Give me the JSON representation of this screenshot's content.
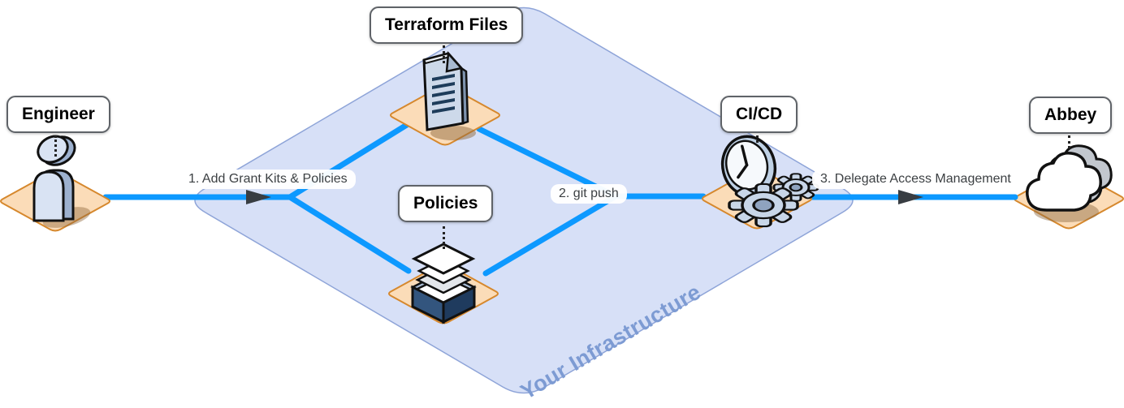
{
  "diagram": {
    "type": "flow-diagram",
    "infrastructure_zone": {
      "label": "Your Infrastructure"
    },
    "nodes": [
      {
        "id": "engineer",
        "label": "Engineer",
        "icon": "person-icon"
      },
      {
        "id": "terraform-files",
        "label": "Terraform Files",
        "icon": "document-icon"
      },
      {
        "id": "policies",
        "label": "Policies",
        "icon": "paper-stack-tray-icon"
      },
      {
        "id": "cicd",
        "label": "CI/CD",
        "icon": "clock-and-gears-icon"
      },
      {
        "id": "abbey",
        "label": "Abbey",
        "icon": "cloud-icon"
      }
    ],
    "edges": [
      {
        "step": 1,
        "label": "1. Add Grant Kits & Policies",
        "from": "engineer",
        "to": [
          "terraform-files",
          "policies"
        ],
        "arrow": true
      },
      {
        "step": 2,
        "label": "2. git push",
        "from": [
          "terraform-files",
          "policies"
        ],
        "to": "cicd",
        "arrow": false
      },
      {
        "step": 3,
        "label": "3. Delegate Access Management",
        "from": "cicd",
        "to": "abbey",
        "arrow": true
      }
    ],
    "colors": {
      "edge_line": "#0d99ff",
      "arrowhead": "#383d42",
      "infra_fill": "#d7e0f7",
      "infra_border": "#8ea4d8",
      "infra_label_text": "#7d9bd3",
      "platform_fill": "#fbdcb8",
      "platform_border": "#d6882d",
      "edge_label_text": "#3c4043",
      "node_label_text": "#000000",
      "icon_light_blue": "#d3dff0",
      "icon_mid_blue": "#9db1cf",
      "icon_navy": "#1d3c5a"
    }
  }
}
